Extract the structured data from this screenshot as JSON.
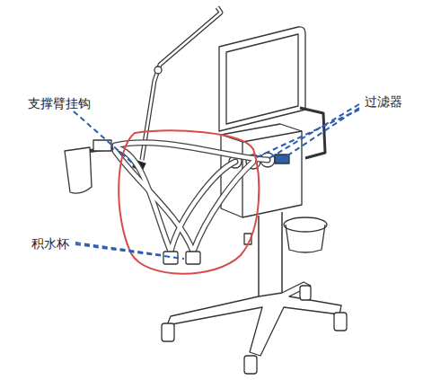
{
  "diagram": {
    "labels": [
      "支撑臂挂钩",
      "过滤器",
      "积水杯"
    ]
  }
}
